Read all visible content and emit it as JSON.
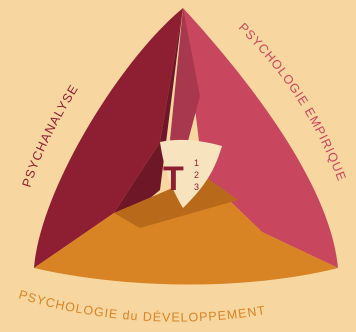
{
  "colors": {
    "background": "#f8d6a0",
    "psychanalyse_fill": "#8e1f32",
    "psychanalyse_shadow": "#6e1726",
    "empirique_fill": "#c8475e",
    "empirique_shadow": "#a8384d",
    "developpement_fill": "#d98424",
    "developpement_shadow": "#b86a1a",
    "center_fill": "#f8e3bf",
    "label_dark": "#8e1f32",
    "label_pink": "#c8475e",
    "label_orange": "#d98424"
  },
  "labels": {
    "psychanalyse": "PSYCHANALYSE",
    "empirique": "PSYCHOLOGIE EMPIRIQUE",
    "developpement": "PSYCHOLOGIE du DÉVELOPPEMENT"
  },
  "center": {
    "letter": "T",
    "levels": [
      "1",
      "2",
      "3"
    ]
  }
}
